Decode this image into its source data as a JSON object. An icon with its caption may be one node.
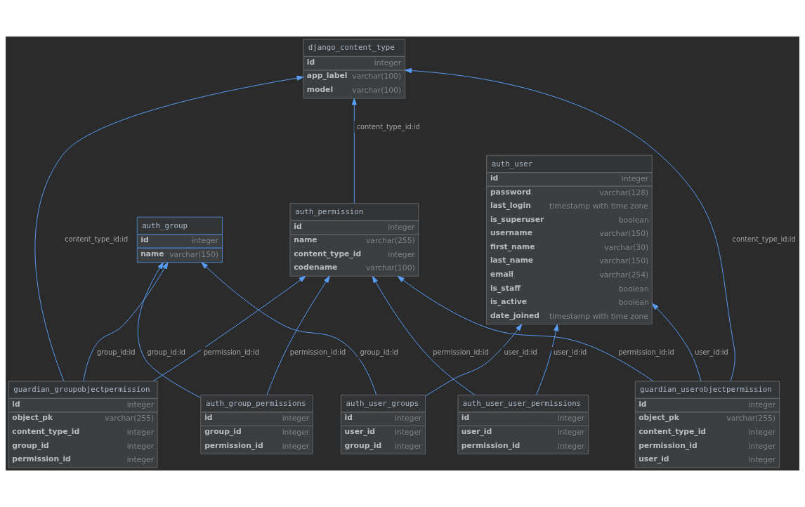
{
  "diagram": {
    "nodes": [
      {
        "text": [
          "django_content_type",
          "id",
          "integer",
          "app_label",
          "varchar(100)",
          "model",
          "varchar(100)"
        ]
      },
      {
        "text": [
          "auth_group",
          "id",
          "integer",
          "name",
          "varchar(150)"
        ]
      },
      {
        "text": [
          "auth_permission",
          "id",
          "integer",
          "name",
          "varchar(255)",
          "content_type_id",
          "integer",
          "codename",
          "varchar(100)"
        ]
      },
      {
        "text": [
          "auth_user",
          "id",
          "integer",
          "password",
          "varchar(128)",
          "last_login",
          "timestamp with time zone",
          "is_superuser",
          "boolean",
          "username",
          "varchar(150)",
          "first_name",
          "varchar(30)",
          "last_name",
          "varchar(150)",
          "email",
          "varchar(254)",
          "is_staff",
          "boolean",
          "is_active",
          "boolean",
          "date_joined",
          "timestamp with time zone"
        ]
      },
      {
        "text": [
          "guardian_groupobjectpermission",
          "id",
          "integer",
          "object_pk",
          "varchar(255)",
          "content_type_id",
          "integer",
          "group_id",
          "integer",
          "permission_id",
          "integer"
        ]
      },
      {
        "text": [
          "auth_group_permissions",
          "id",
          "integer",
          "group_id",
          "integer",
          "permission_id",
          "integer"
        ]
      },
      {
        "text": [
          "auth_user_groups",
          "id",
          "integer",
          "user_id",
          "integer",
          "group_id",
          "integer"
        ]
      },
      {
        "text": [
          "auth_user_user_permissions",
          "id",
          "integer",
          "user_id",
          "integer",
          "permission_id",
          "integer"
        ]
      },
      {
        "text": [
          "guardian_userobjectpermission",
          "id",
          "integer",
          "object_pk",
          "varchar(255)",
          "content_type_id",
          "integer",
          "permission_id",
          "integer",
          "user_id",
          "integer"
        ]
      }
    ],
    "edges": [
      {
        "from": 4,
        "to": 0,
        "arrow": "to",
        "label": "content_type_id:id"
      },
      {
        "from": 2,
        "to": 0,
        "arrow": "to",
        "label": "content_type_id:id"
      },
      {
        "from": 8,
        "to": 0,
        "arrow": "to",
        "label": "content_type_id:id"
      },
      {
        "from": 4,
        "to": 1,
        "arrow": "to",
        "label": "group_id:id"
      },
      {
        "from": 5,
        "to": 1,
        "arrow": "to",
        "label": "group_id:id"
      },
      {
        "from": 6,
        "to": 1,
        "arrow": "to",
        "label": "group_id:id"
      },
      {
        "from": 4,
        "to": 2,
        "arrow": "to",
        "label": "permission_id:id"
      },
      {
        "from": 5,
        "to": 2,
        "arrow": "to",
        "label": "permission_id:id"
      },
      {
        "from": 7,
        "to": 2,
        "arrow": "to",
        "label": "permission_id:id"
      },
      {
        "from": 8,
        "to": 2,
        "arrow": "to",
        "label": "permission_id:id"
      },
      {
        "from": 6,
        "to": 3,
        "arrow": "to",
        "label": "user_id:id"
      },
      {
        "from": 7,
        "to": 3,
        "arrow": "to",
        "label": "user_id:id"
      },
      {
        "from": 8,
        "to": 3,
        "arrow": "to",
        "label": "user_id:id"
      }
    ]
  }
}
